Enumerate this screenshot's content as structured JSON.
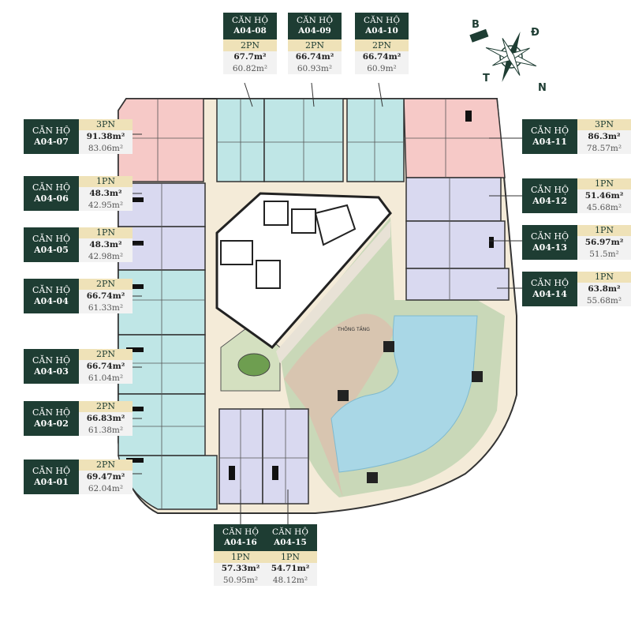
{
  "units": [
    {
      "id": "a0407",
      "prefix": "CĂN HỘ",
      "code": "A04-07",
      "type": "3PN",
      "area": "91.38m²",
      "area_net": "83.06m²"
    },
    {
      "id": "a0406",
      "prefix": "CĂN HỘ",
      "code": "A04-06",
      "type": "1PN",
      "area": "48.3m²",
      "area_net": "42.95m²"
    },
    {
      "id": "a0405",
      "prefix": "CĂN HỘ",
      "code": "A04-05",
      "type": "1PN",
      "area": "48.3m²",
      "area_net": "42.98m²"
    },
    {
      "id": "a0404",
      "prefix": "CĂN HỘ",
      "code": "A04-04",
      "type": "2PN",
      "area": "66.74m²",
      "area_net": "61.33m²"
    },
    {
      "id": "a0403",
      "prefix": "CĂN HỘ",
      "code": "A04-03",
      "type": "2PN",
      "area": "66.74m²",
      "area_net": "61.04m²"
    },
    {
      "id": "a0402",
      "prefix": "CĂN HỘ",
      "code": "A04-02",
      "type": "2PN",
      "area": "66.83m²",
      "area_net": "61.38m²"
    },
    {
      "id": "a0401",
      "prefix": "CĂN HỘ",
      "code": "A04-01",
      "type": "2PN",
      "area": "69.47m²",
      "area_net": "62.04m²"
    },
    {
      "id": "a0408",
      "prefix": "CĂN HỘ",
      "code": "A04-08",
      "type": "2PN",
      "area": "67.7m²",
      "area_net": "60.82m²"
    },
    {
      "id": "a0409",
      "prefix": "CĂN HỘ",
      "code": "A04-09",
      "type": "2PN",
      "area": "66.74m²",
      "area_net": "60.93m²"
    },
    {
      "id": "a0410",
      "prefix": "CĂN HỘ",
      "code": "A04-10",
      "type": "2PN",
      "area": "66.74m²",
      "area_net": "60.9m²"
    },
    {
      "id": "a0411",
      "prefix": "CĂN HỘ",
      "code": "A04-11",
      "type": "3PN",
      "area": "86.3m²",
      "area_net": "78.57m²"
    },
    {
      "id": "a0412",
      "prefix": "CĂN HỘ",
      "code": "A04-12",
      "type": "1PN",
      "area": "51.46m²",
      "area_net": "45.68m²"
    },
    {
      "id": "a0413",
      "prefix": "CĂN HỘ",
      "code": "A04-13",
      "type": "1PN",
      "area": "56.97m²",
      "area_net": "51.5m²"
    },
    {
      "id": "a0414",
      "prefix": "CĂN HỘ",
      "code": "A04-14",
      "type": "1PN",
      "area": "63.8m²",
      "area_net": "55.68m²"
    },
    {
      "id": "a0416",
      "prefix": "CĂN HỘ",
      "code": "A04-16",
      "type": "1PN",
      "area": "57.33m²",
      "area_net": "50.95m²"
    },
    {
      "id": "a0415",
      "prefix": "CĂN HỘ",
      "code": "A04-15",
      "type": "1PN",
      "area": "54.71m²",
      "area_net": "48.12m²"
    }
  ],
  "compass": {
    "north": "B",
    "east": "Đ",
    "west": "T",
    "south": "N"
  },
  "void_label": "THÔNG TẦNG",
  "colors": {
    "three_br": "#f6c9c7",
    "two_br": "#bfe6e6",
    "one_br": "#d9d9f0",
    "corridor": "#f4ebd8",
    "landscape": "#c9d8b8",
    "pool": "#a9d7e6",
    "label_dark": "#1e3d33",
    "label_gold": "#efe2b8"
  }
}
